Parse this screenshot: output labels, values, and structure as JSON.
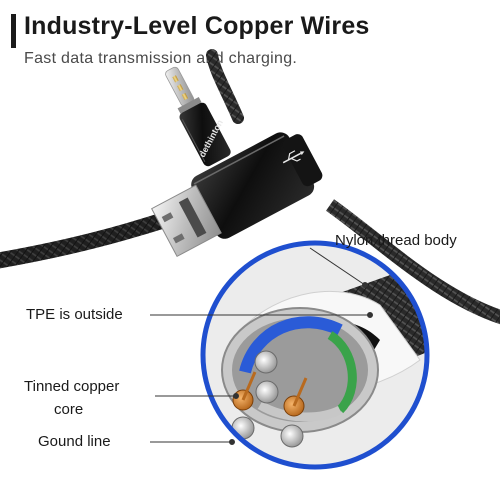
{
  "header": {
    "title": "Industry-Level Copper Wires",
    "subtitle": "Fast data transmission and charging."
  },
  "product": {
    "brand_text": "dethinton",
    "usb_symbol": "usb-trident-icon"
  },
  "callouts": {
    "nylon": "Nylon thread body",
    "tpe": "TPE is outside",
    "tinned_copper_line1": "Tinned copper",
    "tinned_copper_line2": "core",
    "ground": "Gound line"
  },
  "colors": {
    "accent_blue": "#1f4fcf",
    "copper": "#d98a3a",
    "cable_black": "#1b1b1b"
  }
}
